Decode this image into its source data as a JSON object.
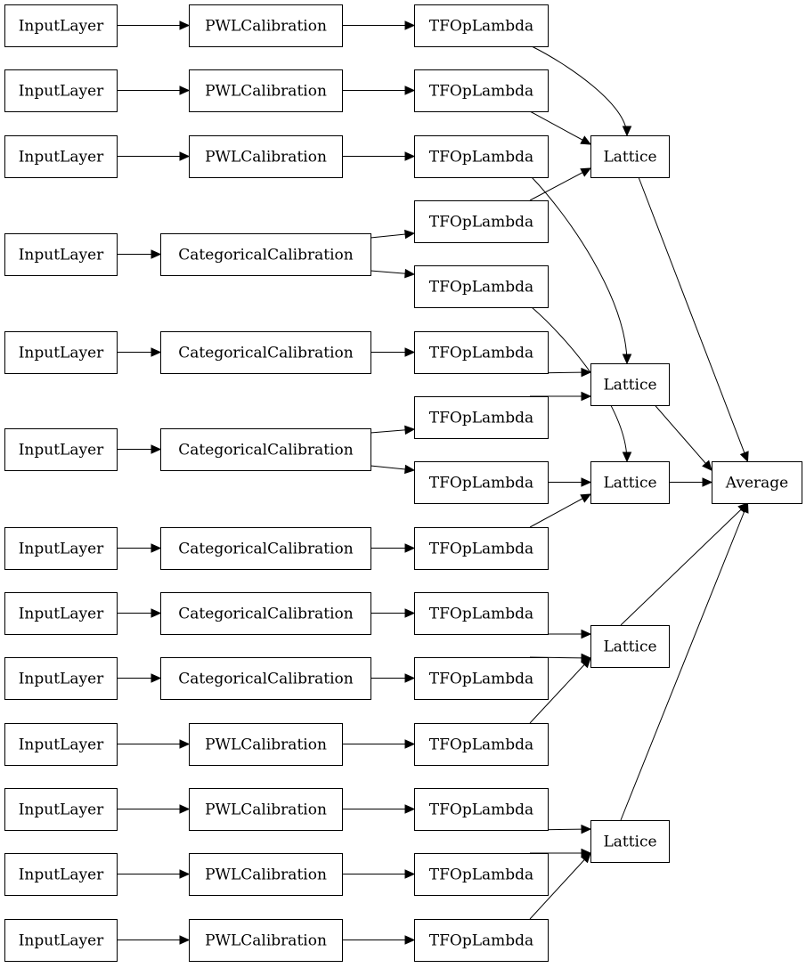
{
  "diagram": {
    "nodes": [
      {
        "id": "in1",
        "label": "InputLayer"
      },
      {
        "id": "in2",
        "label": "InputLayer"
      },
      {
        "id": "in3",
        "label": "InputLayer"
      },
      {
        "id": "in4",
        "label": "InputLayer"
      },
      {
        "id": "in5",
        "label": "InputLayer"
      },
      {
        "id": "in6",
        "label": "InputLayer"
      },
      {
        "id": "in7",
        "label": "InputLayer"
      },
      {
        "id": "in8",
        "label": "InputLayer"
      },
      {
        "id": "in9",
        "label": "InputLayer"
      },
      {
        "id": "in10",
        "label": "InputLayer"
      },
      {
        "id": "in11",
        "label": "InputLayer"
      },
      {
        "id": "in12",
        "label": "InputLayer"
      },
      {
        "id": "in13",
        "label": "InputLayer"
      },
      {
        "id": "pwl1",
        "label": "PWLCalibration"
      },
      {
        "id": "pwl2",
        "label": "PWLCalibration"
      },
      {
        "id": "pwl3",
        "label": "PWLCalibration"
      },
      {
        "id": "cat4",
        "label": "CategoricalCalibration"
      },
      {
        "id": "cat5",
        "label": "CategoricalCalibration"
      },
      {
        "id": "cat6",
        "label": "CategoricalCalibration"
      },
      {
        "id": "cat7",
        "label": "CategoricalCalibration"
      },
      {
        "id": "cat8",
        "label": "CategoricalCalibration"
      },
      {
        "id": "cat9",
        "label": "CategoricalCalibration"
      },
      {
        "id": "pwl10",
        "label": "PWLCalibration"
      },
      {
        "id": "pwl11",
        "label": "PWLCalibration"
      },
      {
        "id": "pwl12",
        "label": "PWLCalibration"
      },
      {
        "id": "pwl13",
        "label": "PWLCalibration"
      },
      {
        "id": "tf1",
        "label": "TFOpLambda"
      },
      {
        "id": "tf2",
        "label": "TFOpLambda"
      },
      {
        "id": "tf3",
        "label": "TFOpLambda"
      },
      {
        "id": "tf4a",
        "label": "TFOpLambda"
      },
      {
        "id": "tf4b",
        "label": "TFOpLambda"
      },
      {
        "id": "tf5",
        "label": "TFOpLambda"
      },
      {
        "id": "tf6a",
        "label": "TFOpLambda"
      },
      {
        "id": "tf6b",
        "label": "TFOpLambda"
      },
      {
        "id": "tf7",
        "label": "TFOpLambda"
      },
      {
        "id": "tf8",
        "label": "TFOpLambda"
      },
      {
        "id": "tf9",
        "label": "TFOpLambda"
      },
      {
        "id": "tf10",
        "label": "TFOpLambda"
      },
      {
        "id": "tf11",
        "label": "TFOpLambda"
      },
      {
        "id": "tf12",
        "label": "TFOpLambda"
      },
      {
        "id": "tf13",
        "label": "TFOpLambda"
      },
      {
        "id": "lat1",
        "label": "Lattice"
      },
      {
        "id": "lat2",
        "label": "Lattice"
      },
      {
        "id": "lat3",
        "label": "Lattice"
      },
      {
        "id": "lat4",
        "label": "Lattice"
      },
      {
        "id": "lat5",
        "label": "Lattice"
      },
      {
        "id": "avg",
        "label": "Average"
      }
    ],
    "edges": [
      [
        "in1",
        "pwl1"
      ],
      [
        "in2",
        "pwl2"
      ],
      [
        "in3",
        "pwl3"
      ],
      [
        "in4",
        "cat4"
      ],
      [
        "in5",
        "cat5"
      ],
      [
        "in6",
        "cat6"
      ],
      [
        "in7",
        "cat7"
      ],
      [
        "in8",
        "cat8"
      ],
      [
        "in9",
        "cat9"
      ],
      [
        "in10",
        "pwl10"
      ],
      [
        "in11",
        "pwl11"
      ],
      [
        "in12",
        "pwl12"
      ],
      [
        "in13",
        "pwl13"
      ],
      [
        "pwl1",
        "tf1"
      ],
      [
        "pwl2",
        "tf2"
      ],
      [
        "pwl3",
        "tf3"
      ],
      [
        "cat4",
        "tf4a"
      ],
      [
        "cat4",
        "tf4b"
      ],
      [
        "cat5",
        "tf5"
      ],
      [
        "cat6",
        "tf6a"
      ],
      [
        "cat6",
        "tf6b"
      ],
      [
        "cat7",
        "tf7"
      ],
      [
        "cat8",
        "tf8"
      ],
      [
        "cat9",
        "tf9"
      ],
      [
        "pwl10",
        "tf10"
      ],
      [
        "pwl11",
        "tf11"
      ],
      [
        "pwl12",
        "tf12"
      ],
      [
        "pwl13",
        "tf13"
      ],
      [
        "tf1",
        "lat1"
      ],
      [
        "tf2",
        "lat1"
      ],
      [
        "tf4a",
        "lat1"
      ],
      [
        "tf3",
        "lat2"
      ],
      [
        "tf5",
        "lat2"
      ],
      [
        "tf6a",
        "lat2"
      ],
      [
        "tf4b",
        "lat3"
      ],
      [
        "tf6b",
        "lat3"
      ],
      [
        "tf7",
        "lat3"
      ],
      [
        "tf8",
        "lat4"
      ],
      [
        "tf9",
        "lat4"
      ],
      [
        "tf10",
        "lat4"
      ],
      [
        "tf11",
        "lat5"
      ],
      [
        "tf12",
        "lat5"
      ],
      [
        "tf13",
        "lat5"
      ],
      [
        "lat1",
        "avg"
      ],
      [
        "lat2",
        "avg"
      ],
      [
        "lat3",
        "avg"
      ],
      [
        "lat4",
        "avg"
      ],
      [
        "lat5",
        "avg"
      ]
    ]
  }
}
